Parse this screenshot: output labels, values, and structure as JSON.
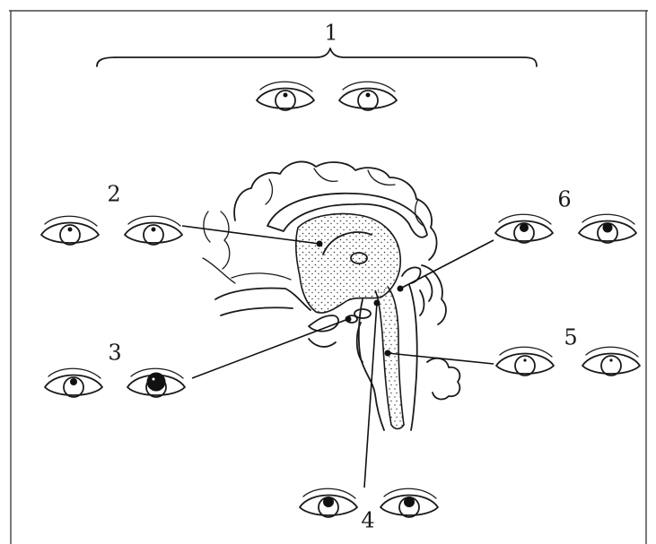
{
  "labels": {
    "l1": "1",
    "l2": "2",
    "l3": "3",
    "l4": "4",
    "l5": "5",
    "l6": "6"
  },
  "pupils": {
    "l1": "small",
    "l2": "small",
    "l3": "dilated",
    "l4": "medium",
    "l5": "tiny",
    "l6": "medium"
  },
  "colors": {
    "ink": "#1a1a1a",
    "background": "#ffffff",
    "stipple": "#333333"
  }
}
